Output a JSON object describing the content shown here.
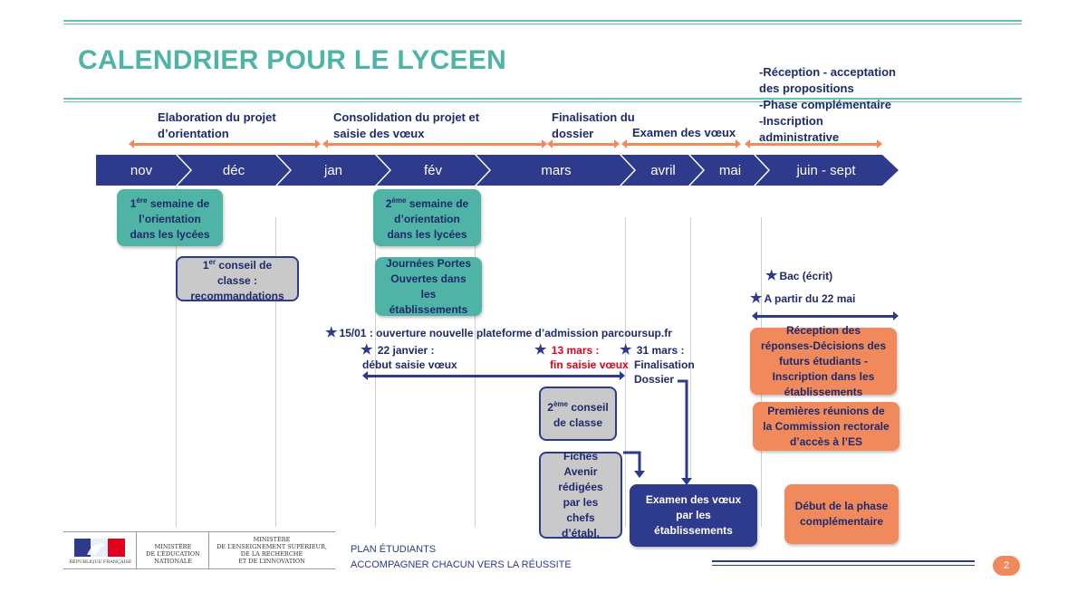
{
  "title": "CALENDRIER POUR LE LYCEEN",
  "phases": [
    {
      "label_line1": "Elaboration du projet",
      "label_line2": "d’orientation"
    },
    {
      "label_line1": "Consolidation du projet et",
      "label_line2": "saisie des vœux"
    },
    {
      "label_line1": "Finalisation du",
      "label_line2": "dossier"
    },
    {
      "label_line1": "Examen des vœux",
      "label_line2": ""
    },
    {
      "label_line1": "-Réception - acceptation",
      "label_line2": "des propositions",
      "label_line3": "-Phase complémentaire",
      "label_line4": "-Inscription",
      "label_line5": "administrative"
    }
  ],
  "months": [
    "nov",
    "déc",
    "jan",
    "fév",
    "mars",
    "avril",
    "mai",
    "juin - sept"
  ],
  "boxes": {
    "semaine1": {
      "sup": "ère",
      "pre": "1",
      "text1": " semaine de",
      "text2": "l’orientation",
      "text3": "dans les lycées"
    },
    "conseil1": {
      "pre": "1",
      "sup": "er",
      "text1": " conseil de",
      "text2": "classe :",
      "text3": "recommandations"
    },
    "semaine2": {
      "pre": "2",
      "sup": "ème",
      "text1": " semaine de",
      "text2": "d’orientation",
      "text3": "dans les lycées"
    },
    "portes": {
      "text1": "Journées Portes",
      "text2": "Ouvertes dans",
      "text3": "les",
      "text4": "établissements"
    },
    "conseil2": {
      "pre": "2",
      "sup": "ème",
      "text1": " conseil",
      "text2": "de classe"
    },
    "fiches": {
      "text1": "Fiches",
      "text2": "Avenir",
      "text3": "rédigées",
      "text4": "par les",
      "text5": "chefs",
      "text6": "d’établ."
    },
    "examen": {
      "text1": "Examen des vœux",
      "text2": "par les",
      "text3": "établissements"
    },
    "reception": {
      "text1": "Réception des",
      "text2": "réponses-Décisions des",
      "text3": "futurs étudiants -",
      "text4": "Inscription dans les",
      "text5": "établissements"
    },
    "reunions": {
      "text1": "Premières réunions de",
      "text2": "la Commission rectorale",
      "text3": "d’accès à l’ES"
    },
    "debut": {
      "text1": "Début de la phase",
      "text2": "complémentaire"
    }
  },
  "events": {
    "plateforme": "15/01 : ouverture nouvelle plateforme d’admission parcoursup.fr",
    "janvier_line1": "22 janvier :",
    "janvier_line2": "début saisie vœux",
    "mars13_line1": "13 mars :",
    "mars13_line2": "fin saisie vœux",
    "mars31_line1": "31 mars :",
    "mars31_line2": "Finalisation",
    "mars31_line3": "Dossier",
    "bac": "Bac (écrit)",
    "partir": "A partir du 22 mai"
  },
  "footer": {
    "ministry1_line1": "MINISTÈRE",
    "ministry1_line2": "DE L’ÉDUCATION",
    "ministry1_line3": "NATIONALE",
    "ministry2_line1": "MINISTÈRE",
    "ministry2_line2": "DE L’ENSEIGNEMENT SUPÉRIEUR,",
    "ministry2_line3": "DE LA RECHERCHE",
    "ministry2_line4": "ET DE L’INNOVATION",
    "republique": "RÉPUBLIQUE FRANÇAISE",
    "plan": "PLAN ÉTUDIANTS",
    "slogan": "ACCOMPAGNER CHACUN VERS LA RÉUSSITE",
    "page": "2"
  },
  "colors": {
    "teal": "#4fb3a6",
    "navy": "#2e3a8c",
    "orange": "#f08a5d",
    "grey": "#c9c9c9",
    "red": "#e2001a"
  }
}
